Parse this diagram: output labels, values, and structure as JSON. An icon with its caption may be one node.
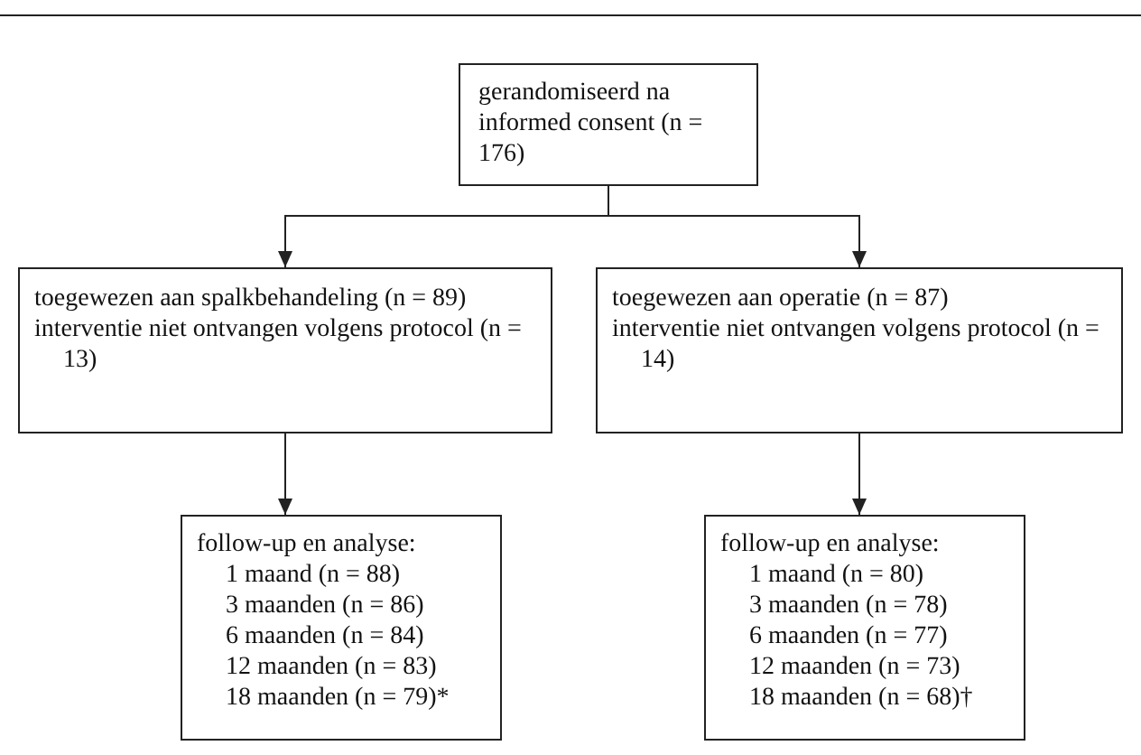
{
  "diagram": {
    "nodes": [
      {
        "text": [
          "gerandomiseerd na informed consent (n = 176)"
        ]
      },
      {
        "text": [
          "toegewezen aan spalkbehandeling (n = 89)",
          "interventie niet ontvangen volgens protocol (n = 13)"
        ]
      },
      {
        "text": [
          "toegewezen aan operatie (n = 87)",
          "interventie niet ontvangen volgens protocol (n = 14)"
        ]
      },
      {
        "text": [
          "follow-up en analyse:",
          "1 maand (n = 88)",
          "3 maanden (n = 86)",
          "6 maanden (n = 84)",
          "12 maanden (n = 83)",
          "18 maanden (n = 79)*"
        ]
      },
      {
        "text": [
          "follow-up en analyse:",
          "1 maand (n = 80)",
          "3 maanden (n = 78)",
          "6 maanden (n = 77)",
          "12 maanden (n = 73)",
          "18 maanden (n = 68)†"
        ]
      }
    ],
    "edges": [
      {
        "from": 0,
        "to": 1,
        "arrow": "to"
      },
      {
        "from": 0,
        "to": 2,
        "arrow": "to"
      },
      {
        "from": 1,
        "to": 3,
        "arrow": "to"
      },
      {
        "from": 2,
        "to": 4,
        "arrow": "to"
      }
    ]
  }
}
